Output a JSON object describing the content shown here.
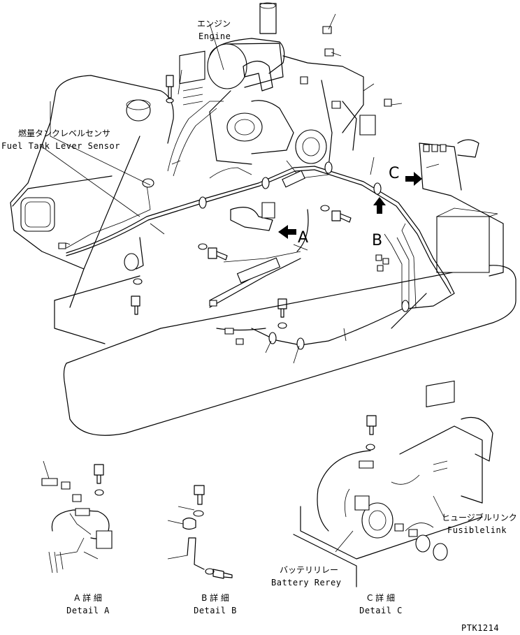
{
  "labels": {
    "engine_jp": "エンジン",
    "engine_en": "Engine",
    "fuel_sensor_jp": "燃量タンクレベルセンサ",
    "fuel_sensor_en": "Fuel Tank Lever Sensor",
    "fusible_jp": "ヒュージブルリンク",
    "fusible_en": "Fusiblelink",
    "battery_relay_jp": "バッテリリレー",
    "battery_relay_en": "Battery Rerey"
  },
  "view_markers": {
    "a": "A",
    "b": "B",
    "c": "C"
  },
  "details": [
    {
      "jp": "A 詳 細",
      "en": "Detail A"
    },
    {
      "jp": "B 詳 細",
      "en": "Detail B"
    },
    {
      "jp": "C 詳 細",
      "en": "Detail C"
    }
  ],
  "drawing_code": "PTK1214"
}
